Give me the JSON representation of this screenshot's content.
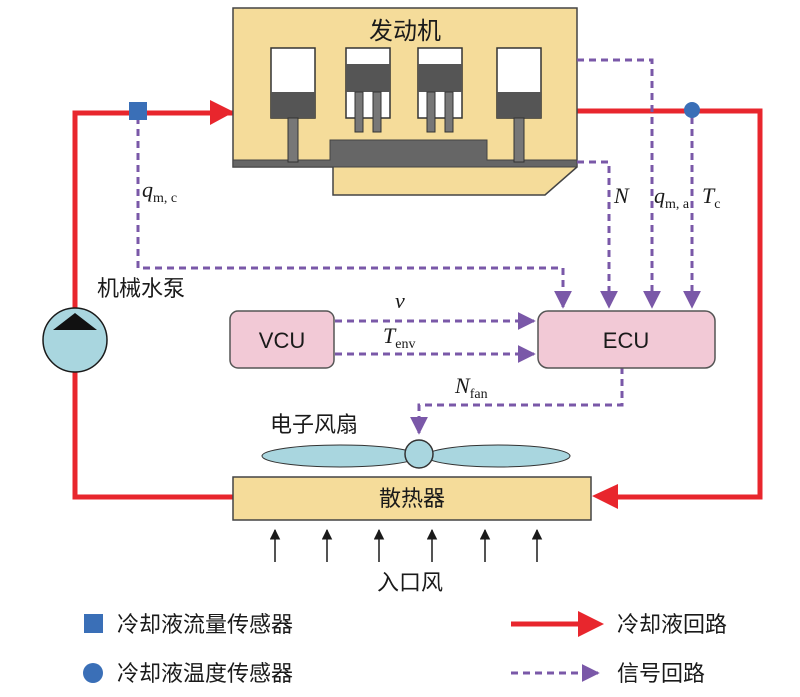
{
  "engine": {
    "label": "发动机"
  },
  "pump": {
    "label": "机械水泵"
  },
  "vcu": {
    "label": "VCU"
  },
  "ecu": {
    "label": "ECU"
  },
  "fan": {
    "label": "电子风扇"
  },
  "radiator": {
    "label": "散热器"
  },
  "inlet_air": {
    "label": "入口风"
  },
  "signals": {
    "qmc": {
      "sym": "q",
      "sub": "m, c"
    },
    "N": {
      "sym": "N"
    },
    "qma": {
      "sym": "q",
      "sub": "m, a"
    },
    "Tc": {
      "sym": "T",
      "sub": "c"
    },
    "v": {
      "sym": "v"
    },
    "Tenv": {
      "sym": "T",
      "sub": "env"
    },
    "Nfan": {
      "sym": "N",
      "sub": "fan"
    }
  },
  "legend": {
    "flow_sensor": "冷却液流量传感器",
    "temp_sensor": "冷却液温度传感器",
    "coolant_loop": "冷却液回路",
    "signal_loop": "信号回路"
  },
  "colors": {
    "coolant": "#e8262d",
    "signal": "#7a58a8",
    "sensor": "#3a6fb7",
    "engine_fill": "#f5dc9a",
    "radiator_fill": "#f5dc9a",
    "controller_fill": "#f2c9d6",
    "fan_fill": "#a9d6df",
    "pump_fill": "#a9d6df"
  }
}
